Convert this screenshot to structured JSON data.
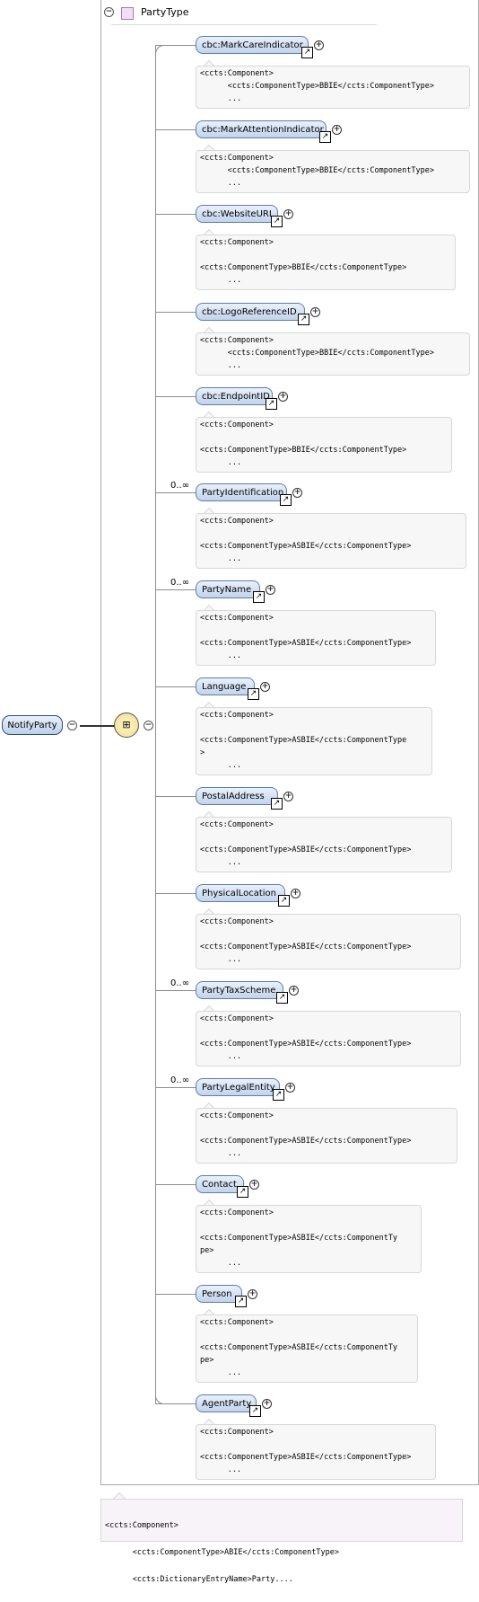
{
  "root": {
    "label": "NotifyParty"
  },
  "complex_type": {
    "label": "PartyType"
  },
  "elements": [
    {
      "name": "cbc:MarkCareIndicator",
      "occurrence": "",
      "doc": [
        "<ccts:Component>",
        "      <ccts:ComponentType>BBIE</ccts:ComponentType>",
        "      ..."
      ]
    },
    {
      "name": "cbc:MarkAttentionIndicator",
      "occurrence": "",
      "doc": [
        "<ccts:Component>",
        "      <ccts:ComponentType>BBIE</ccts:ComponentType>",
        "      ..."
      ]
    },
    {
      "name": "cbc:WebsiteURI",
      "occurrence": "",
      "doc": [
        "<ccts:Component>",
        "",
        "<ccts:ComponentType>BBIE</ccts:ComponentType>",
        "      ..."
      ]
    },
    {
      "name": "cbc:LogoReferenceID",
      "occurrence": "",
      "doc": [
        "<ccts:Component>",
        "      <ccts:ComponentType>BBIE</ccts:ComponentType>",
        "      ..."
      ]
    },
    {
      "name": "cbc:EndpointID",
      "occurrence": "",
      "doc": [
        "<ccts:Component>",
        "",
        "<ccts:ComponentType>BBIE</ccts:ComponentType>",
        "      ..."
      ]
    },
    {
      "name": "PartyIdentification",
      "occurrence": "0..∞",
      "doc": [
        "<ccts:Component>",
        "",
        "<ccts:ComponentType>ASBIE</ccts:ComponentType>",
        "      ..."
      ]
    },
    {
      "name": "PartyName",
      "occurrence": "0..∞",
      "doc": [
        "<ccts:Component>",
        "",
        "<ccts:ComponentType>ASBIE</ccts:ComponentType>",
        "      ..."
      ]
    },
    {
      "name": "Language",
      "occurrence": "",
      "doc": [
        "<ccts:Component>",
        "",
        "<ccts:ComponentType>ASBIE</ccts:ComponentType",
        ">",
        "      ..."
      ]
    },
    {
      "name": "PostalAddress",
      "occurrence": "",
      "doc": [
        "<ccts:Component>",
        "",
        "<ccts:ComponentType>ASBIE</ccts:ComponentType>",
        "      ..."
      ]
    },
    {
      "name": "PhysicalLocation",
      "occurrence": "",
      "doc": [
        "<ccts:Component>",
        "",
        "<ccts:ComponentType>ASBIE</ccts:ComponentType>",
        "      ..."
      ]
    },
    {
      "name": "PartyTaxScheme",
      "occurrence": "0..∞",
      "doc": [
        "<ccts:Component>",
        "",
        "<ccts:ComponentType>ASBIE</ccts:ComponentType>",
        "      ..."
      ]
    },
    {
      "name": "PartyLegalEntity",
      "occurrence": "0..∞",
      "doc": [
        "<ccts:Component>",
        "",
        "<ccts:ComponentType>ASBIE</ccts:ComponentType>",
        "      ..."
      ]
    },
    {
      "name": "Contact",
      "occurrence": "",
      "doc": [
        "<ccts:Component>",
        "",
        "<ccts:ComponentType>ASBIE</ccts:ComponentTy",
        "pe>",
        "      ..."
      ]
    },
    {
      "name": "Person",
      "occurrence": "",
      "doc": [
        "<ccts:Component>",
        "",
        "<ccts:ComponentType>ASBIE</ccts:ComponentTy",
        "pe>",
        "      ..."
      ]
    },
    {
      "name": "AgentParty",
      "occurrence": "",
      "doc": [
        "<ccts:Component>",
        "",
        "<ccts:ComponentType>ASBIE</ccts:ComponentType>",
        "      ..."
      ]
    }
  ],
  "type_doc": [
    "<ccts:Component>",
    "      <ccts:ComponentType>ABIE</ccts:ComponentType>",
    "      <ccts:DictionaryEntryName>Party...."
  ],
  "icons": {
    "collapse": "minus-circle-icon",
    "expand": "plus-circle-icon",
    "reference": "reference-arrow-icon",
    "sequence": "sequence-compositor-icon",
    "type": "complex-type-icon"
  }
}
